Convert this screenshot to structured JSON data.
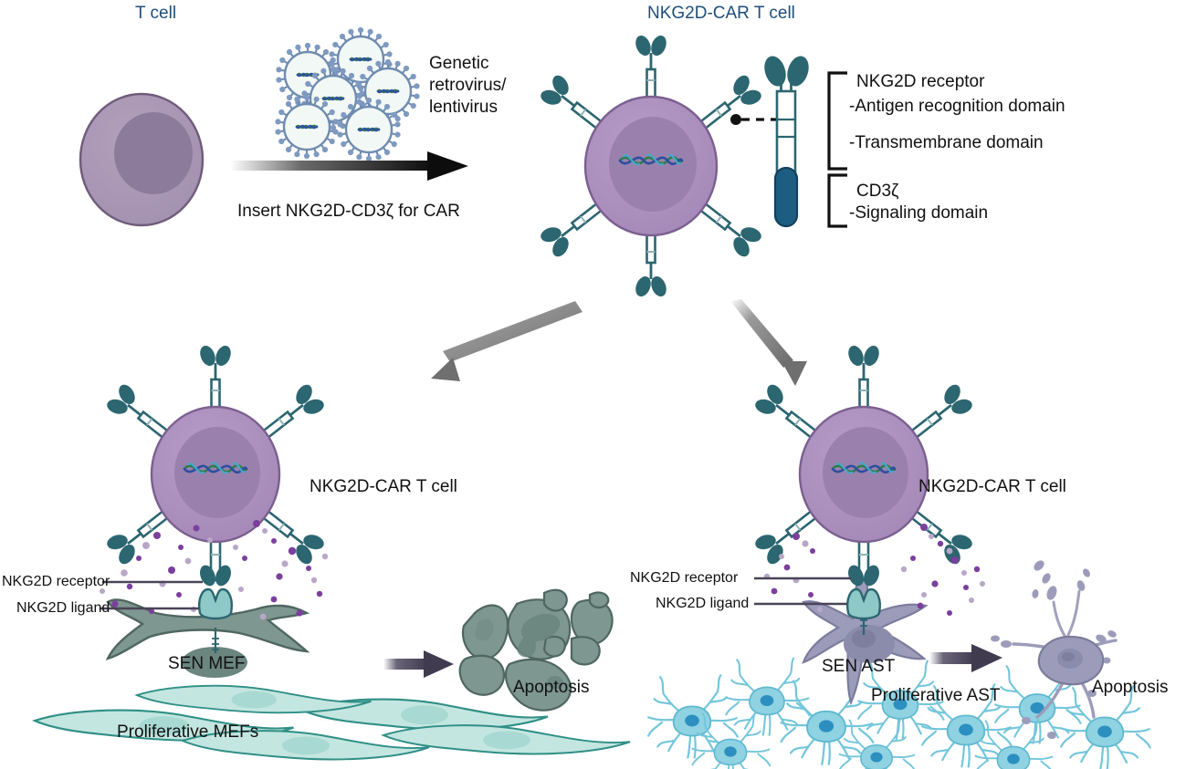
{
  "figure": {
    "type": "diagram",
    "subject": "NKG2D-CAR T cell generation and senescent-cell killing schematic",
    "background_color": "#ffffff"
  },
  "palette": {
    "title_blue": "#1f4e79",
    "text_black": "#111111",
    "tcell_body": "#a995b4",
    "tcell_body_stroke": "#6f5b7a",
    "tcell_nucleus": "#8d7b9c",
    "car_body": "#ab8fbe",
    "car_body_stroke": "#7b5f90",
    "car_nucleus": "#9a81ad",
    "receptor_teal": "#2c6670",
    "receptor_stem": "#2c6670",
    "cd3z_blue": "#1d5d82",
    "ligand_teal": "#7cc0bf",
    "virus_blue": "#6f8bb0",
    "virus_fill": "#f2f8f5",
    "sen_mef": "#7e9790",
    "sen_mef_stroke": "#4f6661",
    "prolif_mef": "#bfe2dd",
    "prolif_mef_stroke": "#2f8f86",
    "astro_blue": "#8fd2e2",
    "astro_stroke": "#5fb9cf",
    "astro_nucleus": "#2d8fc0",
    "sen_ast": "#9c9cba",
    "sen_ast_stroke": "#7b7b9c",
    "arrow_black": "#111111",
    "arrow_gray": "#6f6f6f",
    "arrow_dark": "#4a4458",
    "sasp_dot_dark": "#7b3f9d",
    "sasp_dot_light": "#b9a7c8",
    "leader_line": "#4a4458"
  },
  "top_panel": {
    "tcell_title": "T cell",
    "car_title": "NKG2D-CAR T cell",
    "transduction_label_line1": "Genetic",
    "transduction_label_line2": "retrovirus/",
    "transduction_label_line3": "lentivirus",
    "insert_label": "Insert NKG2D-CD3ζ for CAR",
    "virus_count": 6,
    "receptor_count": 6,
    "arrow_name": "transduction-arrow"
  },
  "legend": {
    "bracket_top_items": [
      "NKG2D receptor",
      "-Antigen recognition domain",
      "-Transmembrane domain"
    ],
    "bracket_bottom_items": [
      "CD3ζ",
      "-Signaling domain"
    ]
  },
  "left_panel": {
    "car_title": "NKG2D-CAR T cell",
    "receptor_label": "NKG2D receptor",
    "ligand_label": "NKG2D ligand",
    "target_label": "SEN MEF",
    "outcome_label": "Apoptosis",
    "substrate_label": "Proliferative MEFs"
  },
  "right_panel": {
    "car_title": "NKG2D-CAR T cell",
    "receptor_label": "NKG2D receptor",
    "ligand_label": "NKG2D ligand",
    "target_label": "SEN AST",
    "outcome_label": "Apoptosis",
    "substrate_label": "Proliferative AST"
  }
}
